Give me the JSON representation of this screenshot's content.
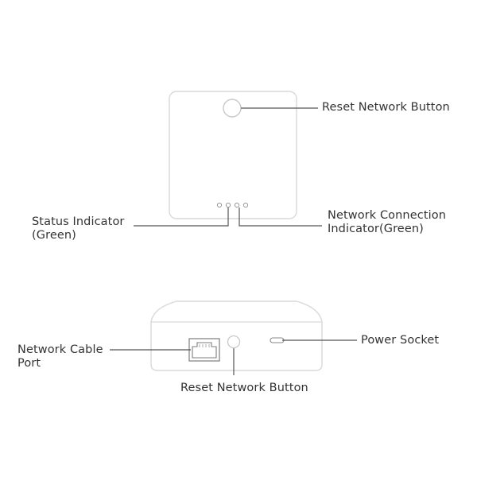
{
  "colors": {
    "outline": "#d9d9d9",
    "leader_line": "#555555",
    "text": "#333333",
    "background": "#ffffff"
  },
  "top_view": {
    "reset_button_label": "Reset Network Button",
    "status_indicator_line1": "Status Indicator",
    "status_indicator_line2": "(Green)",
    "network_indicator_line1": "Network Connection",
    "network_indicator_line2": "Indicator(Green)"
  },
  "front_view": {
    "cable_port_line1": "Network Cable",
    "cable_port_line2": "Port",
    "reset_button_label": "Reset Network Button",
    "power_socket_label": "Power Socket"
  }
}
